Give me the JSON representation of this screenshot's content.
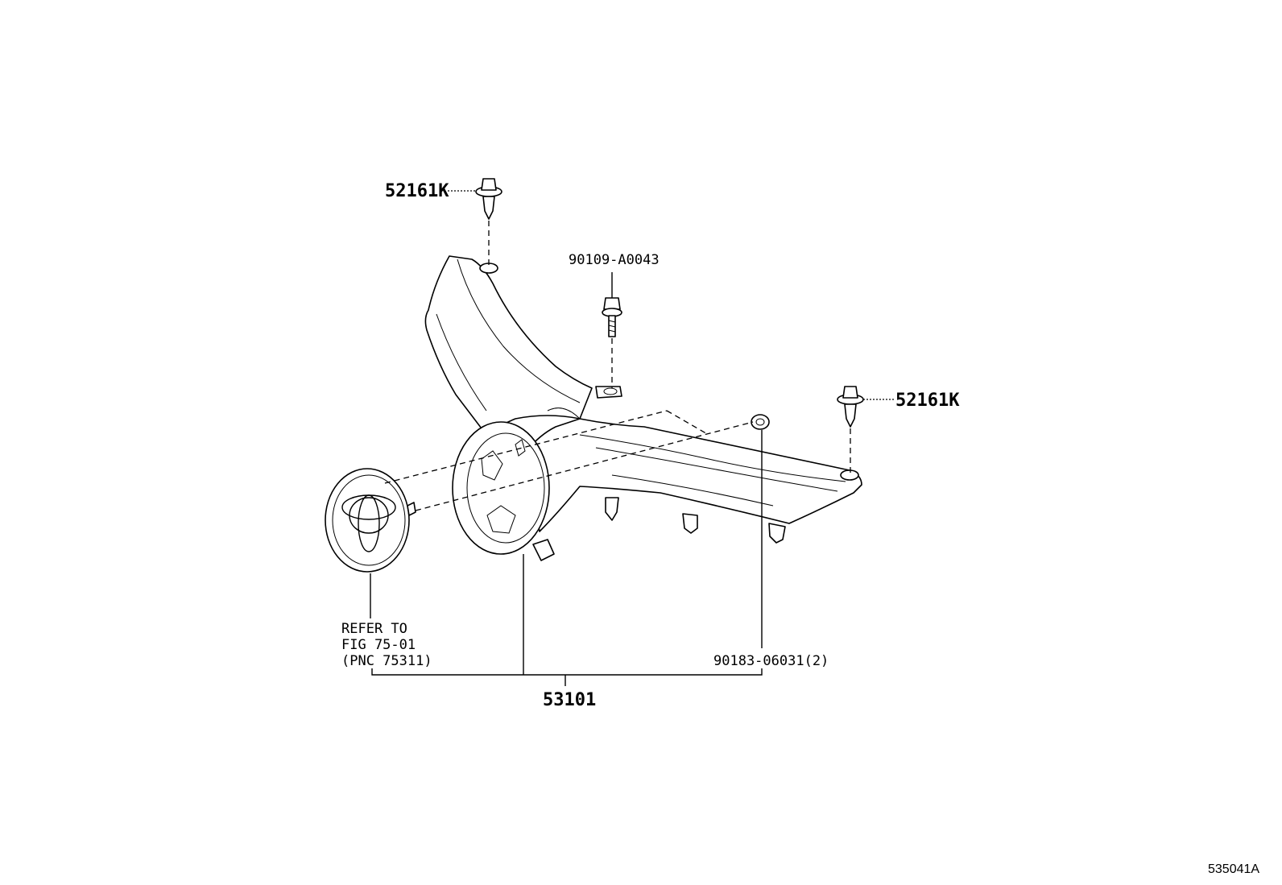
{
  "labels": {
    "clip_top": "52161K",
    "bolt": "90109-A0043",
    "clip_right": "52161K",
    "emblem_ref_line1": "REFER TO",
    "emblem_ref_line2": "FIG 75-01",
    "emblem_ref_line3": "(PNC 75311)",
    "nut": "90183-06031(2)",
    "grille": "53101",
    "figure_id": "535041A"
  }
}
